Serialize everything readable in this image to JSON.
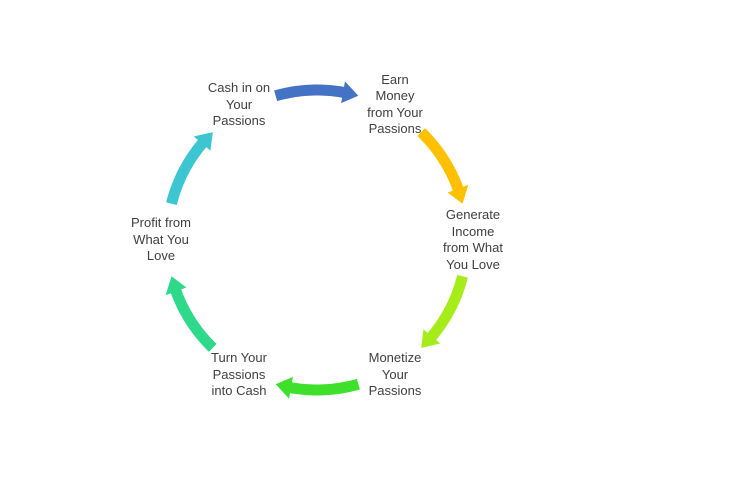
{
  "cycle": {
    "steps": [
      {
        "label": "Cash in on Your Passions",
        "lines": [
          "Cash in on",
          "Your",
          "Passions"
        ],
        "arrow_color": "#4472C4"
      },
      {
        "label": "Earn Money from Your Passions",
        "lines": [
          "Earn",
          "Money",
          "from Your",
          "Passions"
        ],
        "arrow_color": "#FFC000"
      },
      {
        "label": "Generate Income from What You Love",
        "lines": [
          "Generate",
          "Income",
          "from What",
          "You Love"
        ],
        "arrow_color": "#A6EC1A"
      },
      {
        "label": "Monetize Your Passions",
        "lines": [
          "Monetize",
          "Your",
          "Passions"
        ],
        "arrow_color": "#3EE02C"
      },
      {
        "label": "Turn Your Passions into Cash",
        "lines": [
          "Turn Your",
          "Passions",
          "into Cash"
        ],
        "arrow_color": "#2ED98A"
      },
      {
        "label": "Profit from What You Love",
        "lines": [
          "Profit from",
          "What You",
          "Love"
        ],
        "arrow_color": "#3CC6D2"
      }
    ]
  }
}
